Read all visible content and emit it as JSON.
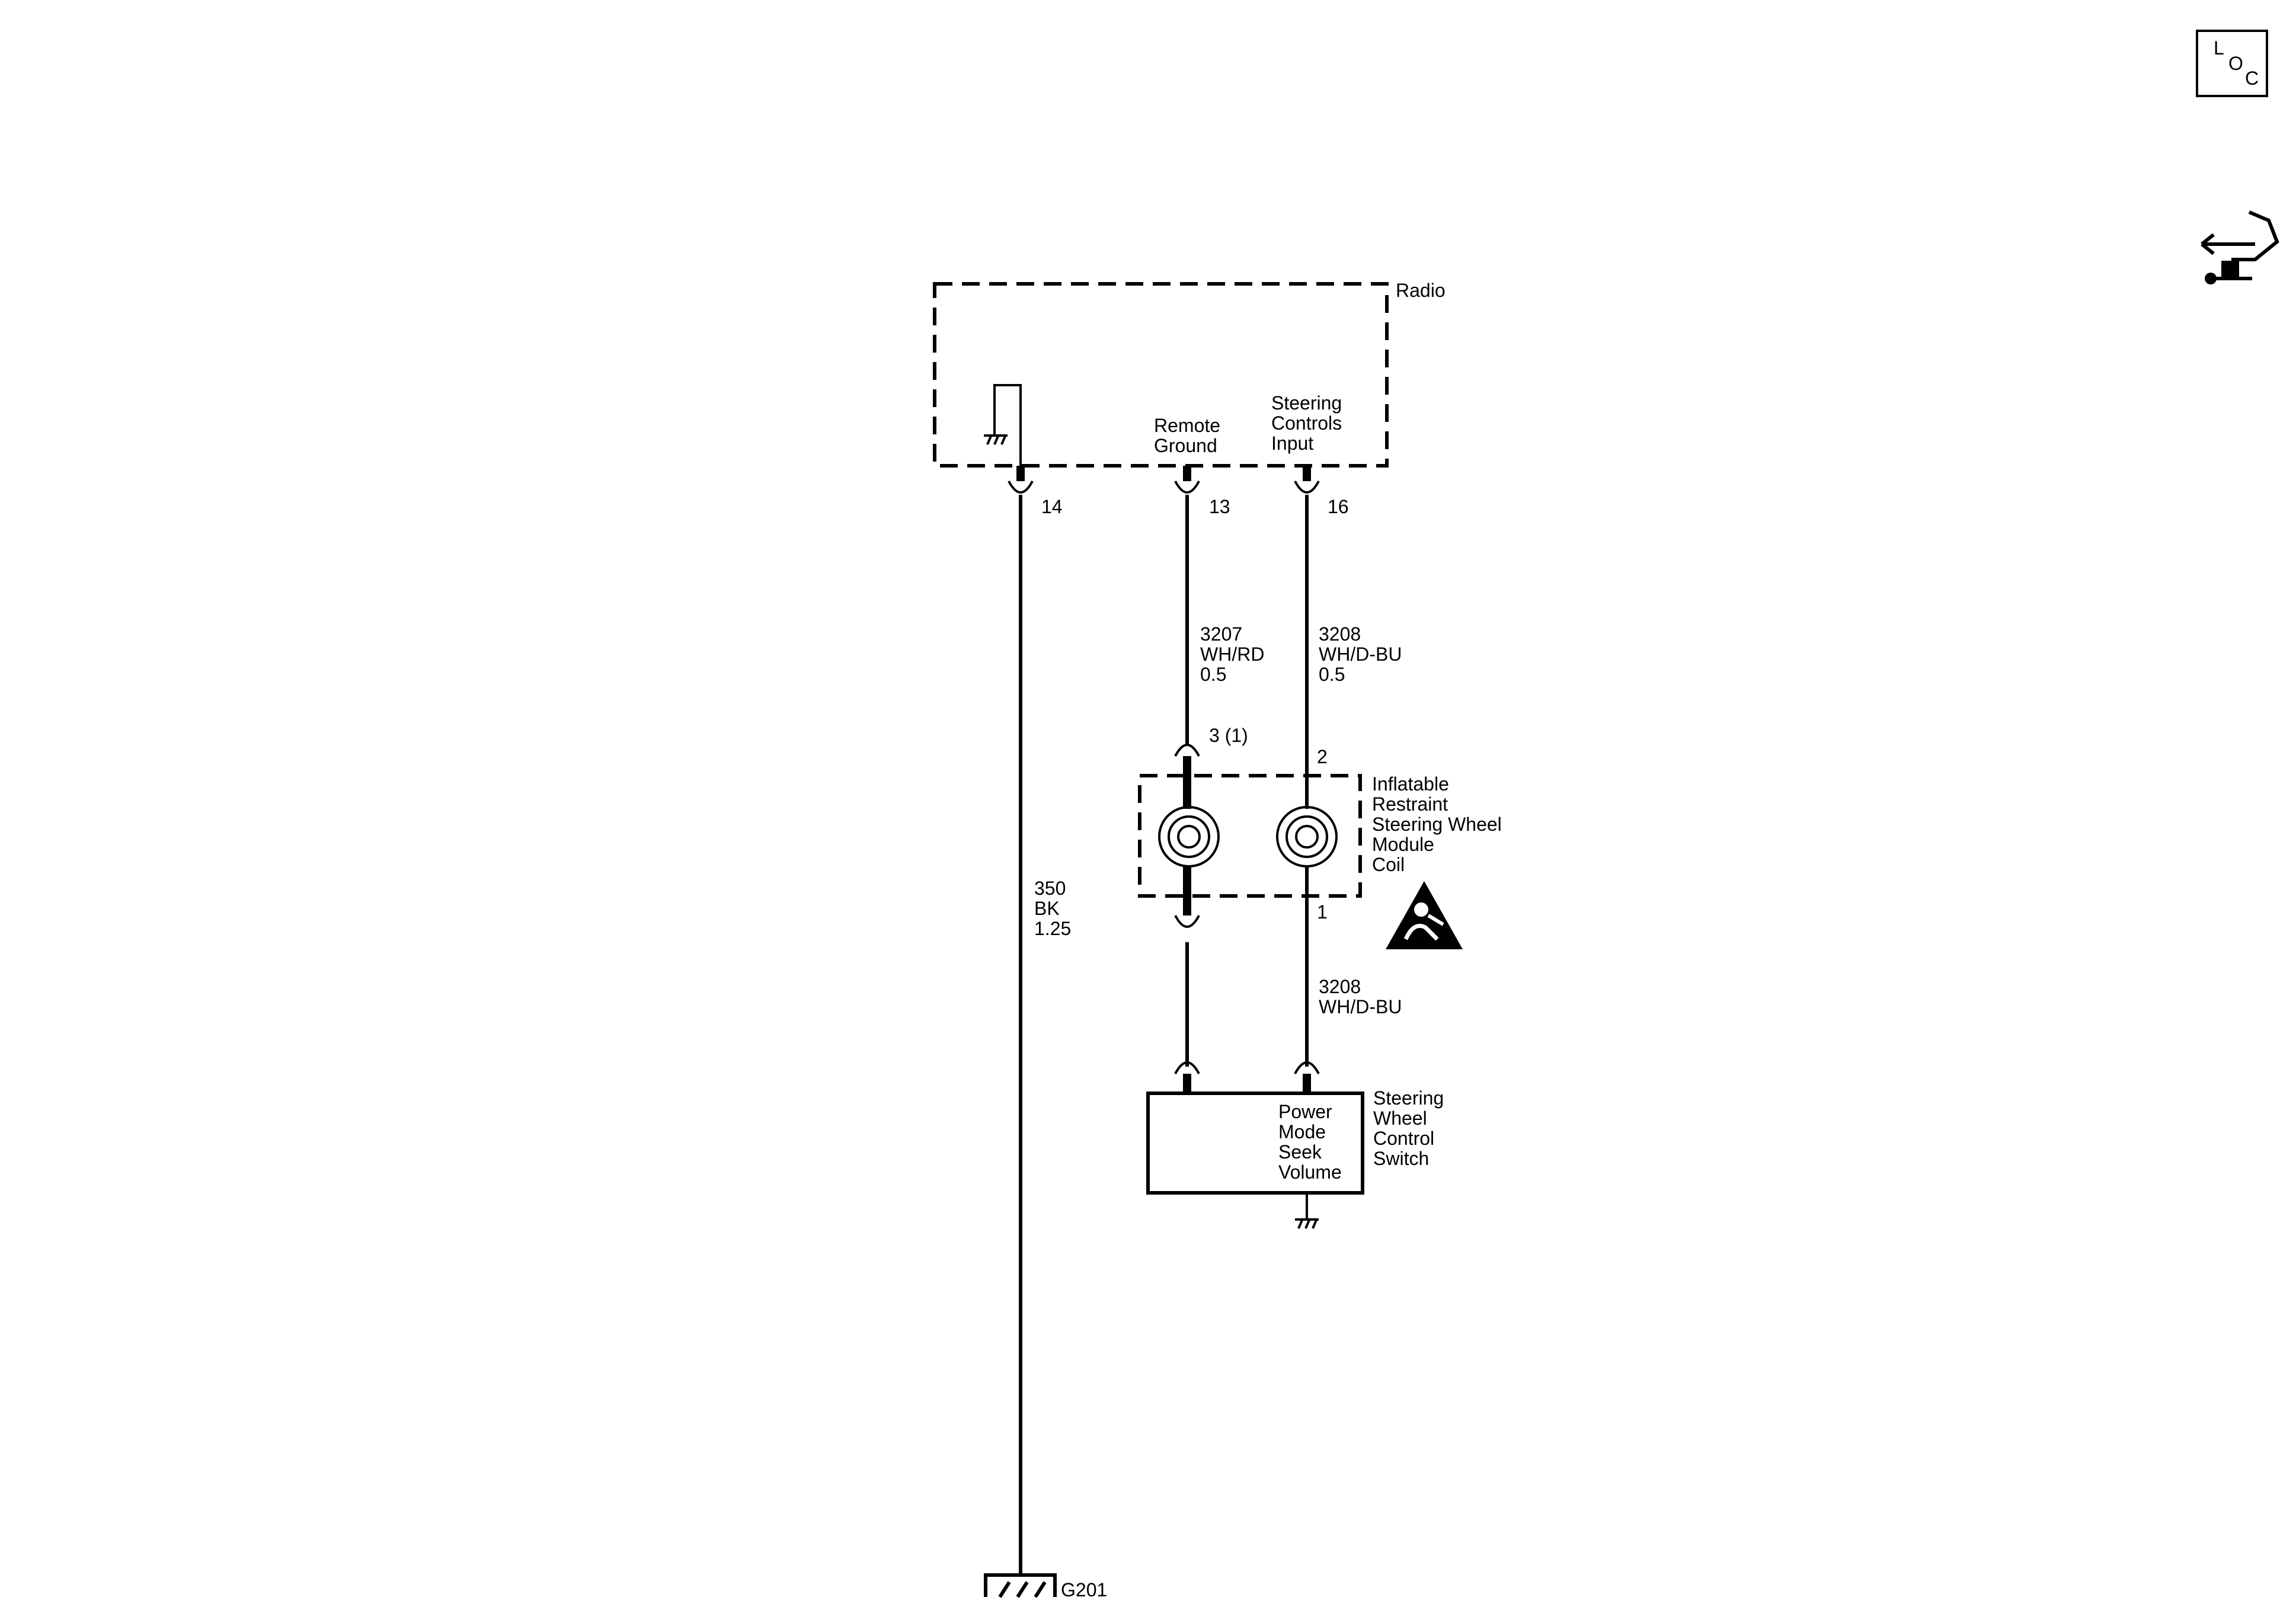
{
  "radio": {
    "title": "Radio",
    "remote_ground": [
      "Remote",
      "Ground"
    ],
    "steering_input": [
      "Steering",
      "Controls",
      "Input"
    ]
  },
  "pins": {
    "radio_ground": "14",
    "remote_ground": "13",
    "steering_input": "16",
    "coil_upper_left": "3 (1)",
    "coil_upper_right": "2",
    "coil_lower_right": "1"
  },
  "wires": {
    "ground": [
      "350",
      "BK",
      "1.25"
    ],
    "remote_upper": [
      "3207",
      "WH/RD",
      "0.5"
    ],
    "steering_upper": [
      "3208",
      "WH/D-BU",
      "0.5"
    ],
    "steering_lower": [
      "3208",
      "WH/D-BU"
    ]
  },
  "coil": {
    "label": [
      "Inflatable",
      "Restraint",
      "Steering Wheel",
      "Module",
      "Coil"
    ]
  },
  "switch": {
    "functions": [
      "Power",
      "Mode",
      "Seek",
      "Volume"
    ],
    "label": [
      "Steering",
      "Wheel",
      "Control",
      "Switch"
    ]
  },
  "ground": {
    "label": "G201"
  },
  "loc_icon": {
    "letters": [
      "L",
      "O",
      "C"
    ]
  },
  "icons": [
    "loc-icon",
    "service-wrench-icon",
    "airbag-warning-icon",
    "chassis-ground-icon"
  ]
}
